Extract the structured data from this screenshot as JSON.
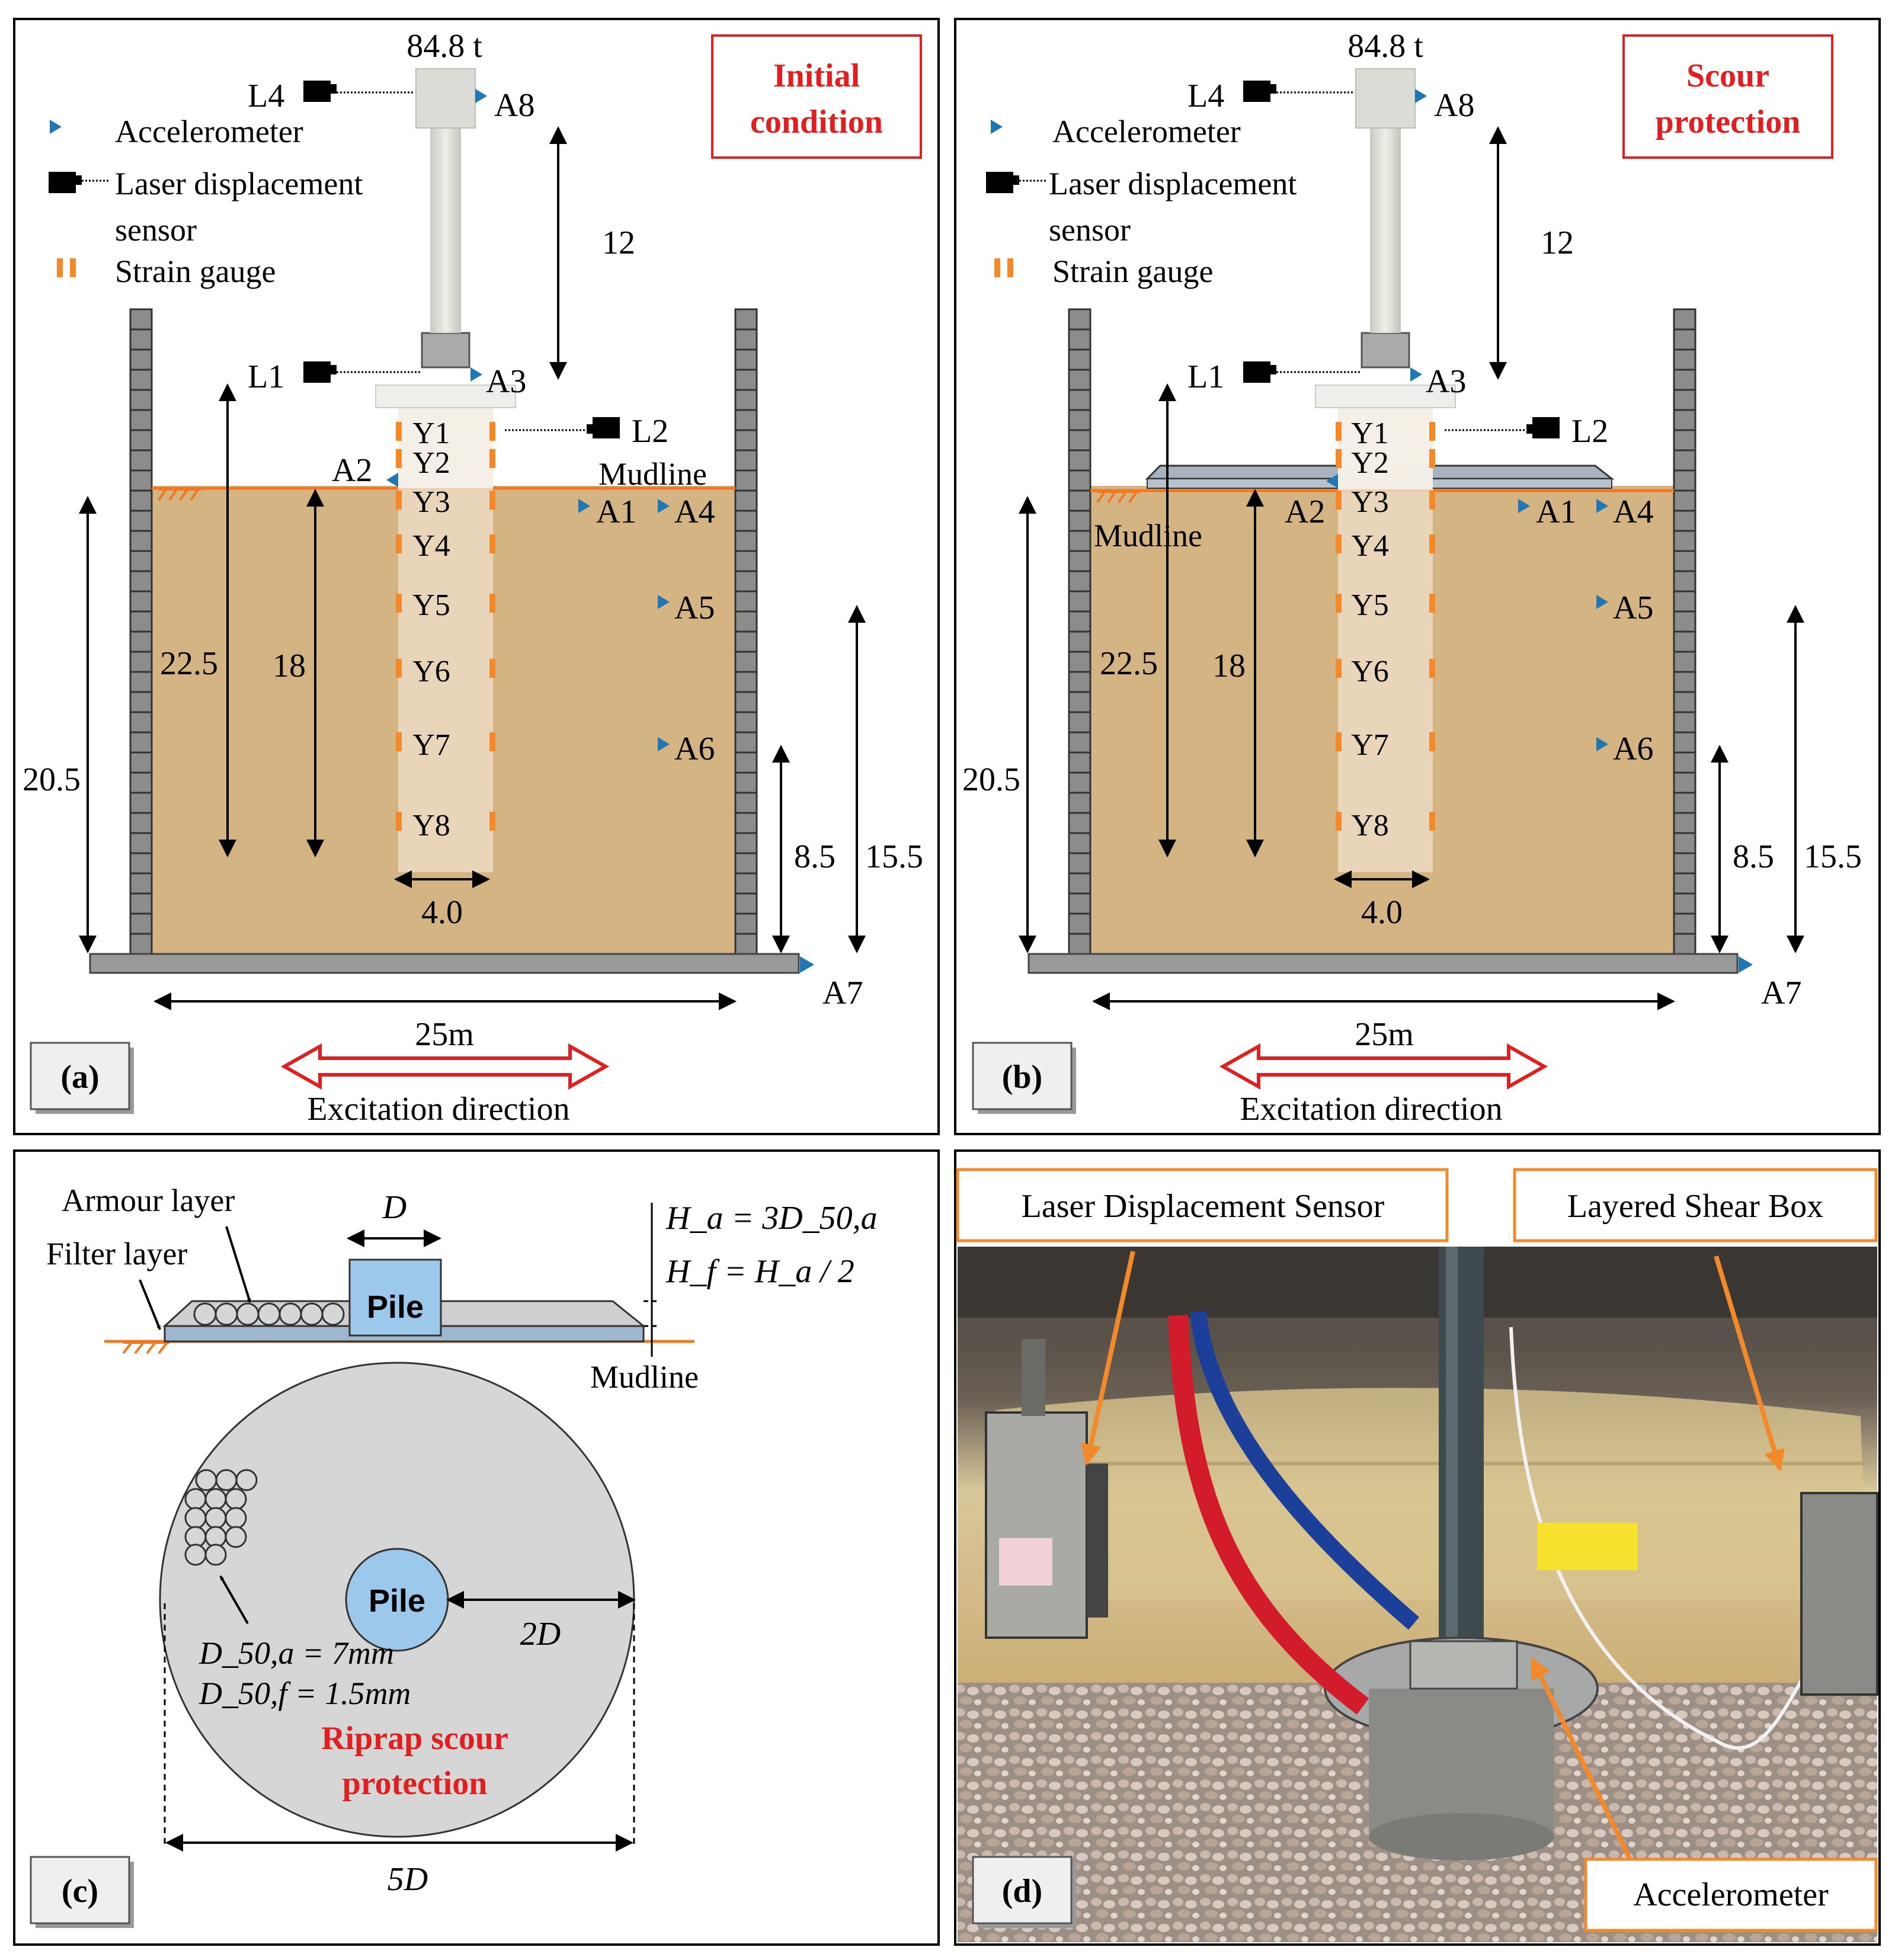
{
  "panel_a": {
    "label": "(a)",
    "condition": [
      "Initial",
      "condition"
    ],
    "mass": "84.8 t",
    "legend": {
      "accelerometer": "Accelerometer",
      "laser": [
        "Laser displacement",
        "sensor"
      ],
      "strain": "Strain gauge"
    },
    "sensors": {
      "L4": "L4",
      "L1": "L1",
      "L2": "L2",
      "A8": "A8",
      "A3": "A3",
      "A2": "A2",
      "A1": "A1",
      "A4": "A4",
      "A5": "A5",
      "A6": "A6",
      "A7": "A7"
    },
    "gauges": [
      "Y1",
      "Y2",
      "Y3",
      "Y4",
      "Y5",
      "Y6",
      "Y7",
      "Y8"
    ],
    "mudline": "Mudline",
    "dims": {
      "d12": "12",
      "d22_5": "22.5",
      "d18": "18",
      "d20_5": "20.5",
      "d8_5": "8.5",
      "d15_5": "15.5",
      "pile_dia": "4.0",
      "width": "25m"
    },
    "excitation": "Excitation direction"
  },
  "panel_b": {
    "label": "(b)",
    "condition": [
      "Scour",
      "protection"
    ],
    "mass": "84.8 t",
    "legend": {
      "accelerometer": "Accelerometer",
      "laser": [
        "Laser displacement",
        "sensor"
      ],
      "strain": "Strain gauge"
    },
    "sensors": {
      "L4": "L4",
      "L1": "L1",
      "L2": "L2",
      "A8": "A8",
      "A3": "A3",
      "A2": "A2",
      "A1": "A1",
      "A4": "A4",
      "A5": "A5",
      "A6": "A6",
      "A7": "A7"
    },
    "gauges": [
      "Y1",
      "Y2",
      "Y3",
      "Y4",
      "Y5",
      "Y6",
      "Y7",
      "Y8"
    ],
    "mudline": "Mudline",
    "dims": {
      "d12": "12",
      "d22_5": "22.5",
      "d18": "18",
      "d20_5": "20.5",
      "d8_5": "8.5",
      "d15_5": "15.5",
      "pile_dia": "4.0",
      "width": "25m"
    },
    "excitation": "Excitation direction"
  },
  "panel_c": {
    "label": "(c)",
    "armour": "Armour layer",
    "filter": "Filter layer",
    "D": "D",
    "pile": "Pile",
    "ha_formula": "H_a = 3D_50,a",
    "hf_formula": "H_f = H_a / 2",
    "mudline": "Mudline",
    "d50a": "D_50,a = 7mm",
    "d50f": "D_50,f = 1.5mm",
    "riprap": [
      "Riprap scour",
      "protection"
    ],
    "two_d": "2D",
    "five_d": "5D"
  },
  "panel_d": {
    "label": "(d)",
    "laser_callout": "Laser Displacement Sensor",
    "shear_callout": "Layered Shear Box",
    "acc_callout": "Accelerometer"
  },
  "colors": {
    "soil": "#d4b483",
    "pile": "#ecdcc4",
    "wall": "#8c8c8c",
    "base": "#9a9a9a",
    "accelerometer": "#1f77b4",
    "strain_gauge": "#f28a2b",
    "red_text": "#e02020",
    "callout_border": "#f28a2b",
    "plan_fill": "#d6d6d6",
    "pile_blue": "#9cc8ec",
    "mudline": "#f07820"
  }
}
